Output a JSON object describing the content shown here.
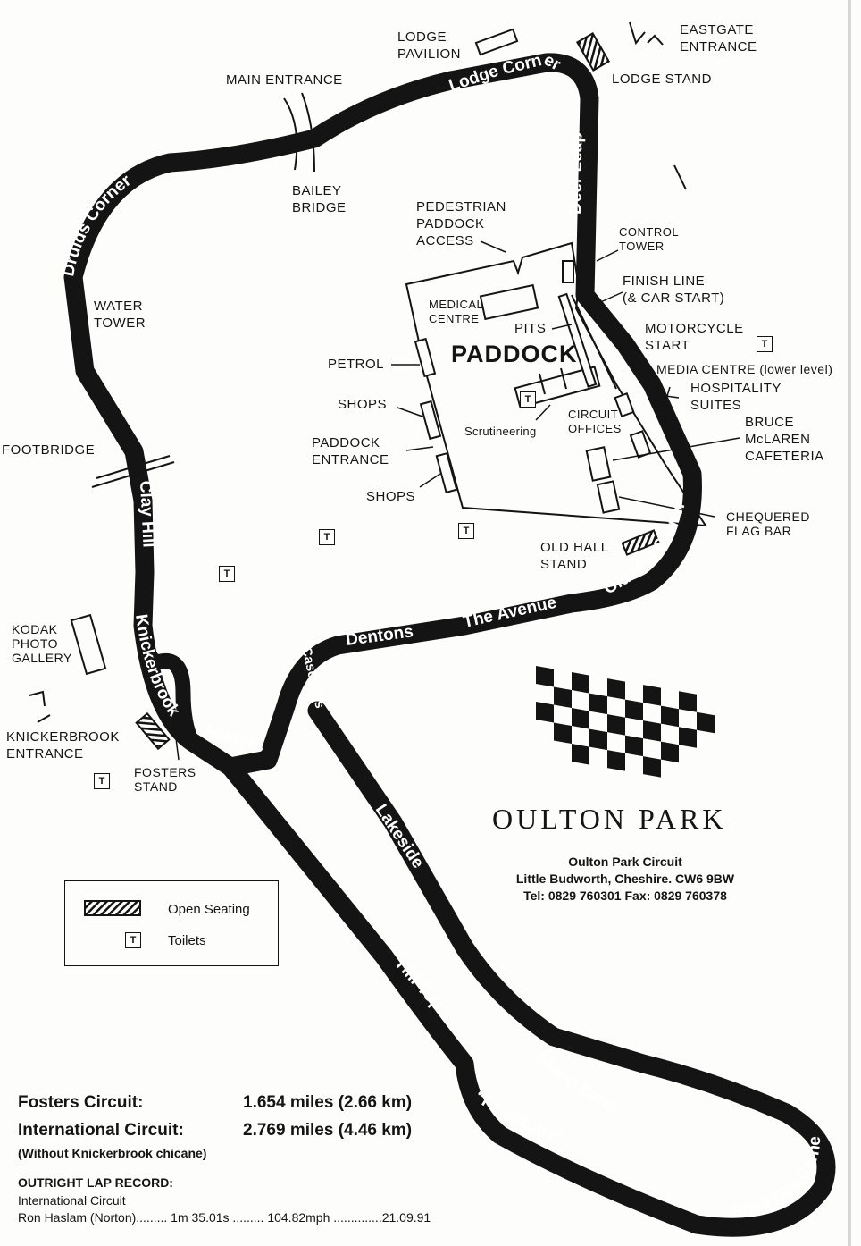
{
  "circuit_name": "OULTON PARK",
  "address": {
    "line1": "Oulton Park Circuit",
    "line2": "Little Budworth, Cheshire. CW6 9BW",
    "line3": "Tel: 0829 760301 Fax: 0829 760378"
  },
  "corners": {
    "lodge_corner": "Lodge Corner",
    "deer_leap": "Deer Leap",
    "druids_corner": "Druids Corner",
    "clay_hill": "Clay Hill",
    "knickerbrook": "Knickerbrook",
    "fosters": "Fosters",
    "cascades": "Cascades",
    "dentons": "Dentons",
    "the_avenue": "The Avenue",
    "old_hall_corner": "Old Hall Corner",
    "lakeside": "Lakeside",
    "hill_top": "Hill Top",
    "island_bend": "Island Bend",
    "foulstons": "“Foulstons”",
    "shell_oils_corner": "Shell Oils Corner"
  },
  "labels": {
    "lodge_pavilion": "LODGE\nPAVILION",
    "eastgate_entrance": "EASTGATE\nENTRANCE",
    "lodge_stand": "LODGE STAND",
    "main_entrance": "MAIN ENTRANCE",
    "bailey_bridge": "BAILEY\nBRIDGE",
    "pedestrian_paddock_access": "PEDESTRIAN\nPADDOCK\nACCESS",
    "control_tower": "CONTROL\nTOWER",
    "finish_line": "FINISH LINE\n(& CAR START)",
    "water_tower": "WATER\nTOWER",
    "medical_centre": "MEDICAL\nCENTRE",
    "pits": "PITS",
    "paddock": "PADDOCK",
    "motorcycle_start": "MOTORCYCLE\nSTART",
    "media_centre": "MEDIA CENTRE (lower level)",
    "petrol": "PETROL",
    "hospitality_suites": "HOSPITALITY\nSUITES",
    "shops_upper": "SHOPS",
    "scrutineering": "Scrutineering",
    "circuit_offices": "CIRCUIT\nOFFICES",
    "bruce_mclaren_cafeteria": "BRUCE\nMcLAREN\nCAFETERIA",
    "paddock_entrance": "PADDOCK\nENTRANCE",
    "footbridge": "FOOTBRIDGE",
    "shops_lower": "SHOPS",
    "chequered_flag_bar": "CHEQUERED\nFLAG BAR",
    "old_hall_stand": "OLD HALL\nSTAND",
    "kodak_photo_gallery": "KODAK\nPHOTO\nGALLERY",
    "knickerbrook_entrance": "KNICKERBROOK\nENTRANCE",
    "fosters_stand": "FOSTERS\nSTAND",
    "toilet_symbol": "T"
  },
  "legend": {
    "open_seating": "Open Seating",
    "toilets": "Toilets",
    "toilet_symbol": "T"
  },
  "circuit_stats": {
    "fosters_label": "Fosters Circuit:",
    "fosters_length": "1.654 miles (2.66 km)",
    "international_label": "International Circuit:",
    "international_length": "2.769 miles (4.46 km)",
    "note": "(Without Knickerbrook chicane)"
  },
  "lap_record": {
    "heading": "OUTRIGHT LAP RECORD:",
    "circuit": "International Circuit",
    "line": "Ron Haslam (Norton)......... 1m 35.01s ......... 104.82mph ..............21.09.91"
  },
  "colors": {
    "track": "#141414",
    "paper": "#fdfdfb"
  }
}
